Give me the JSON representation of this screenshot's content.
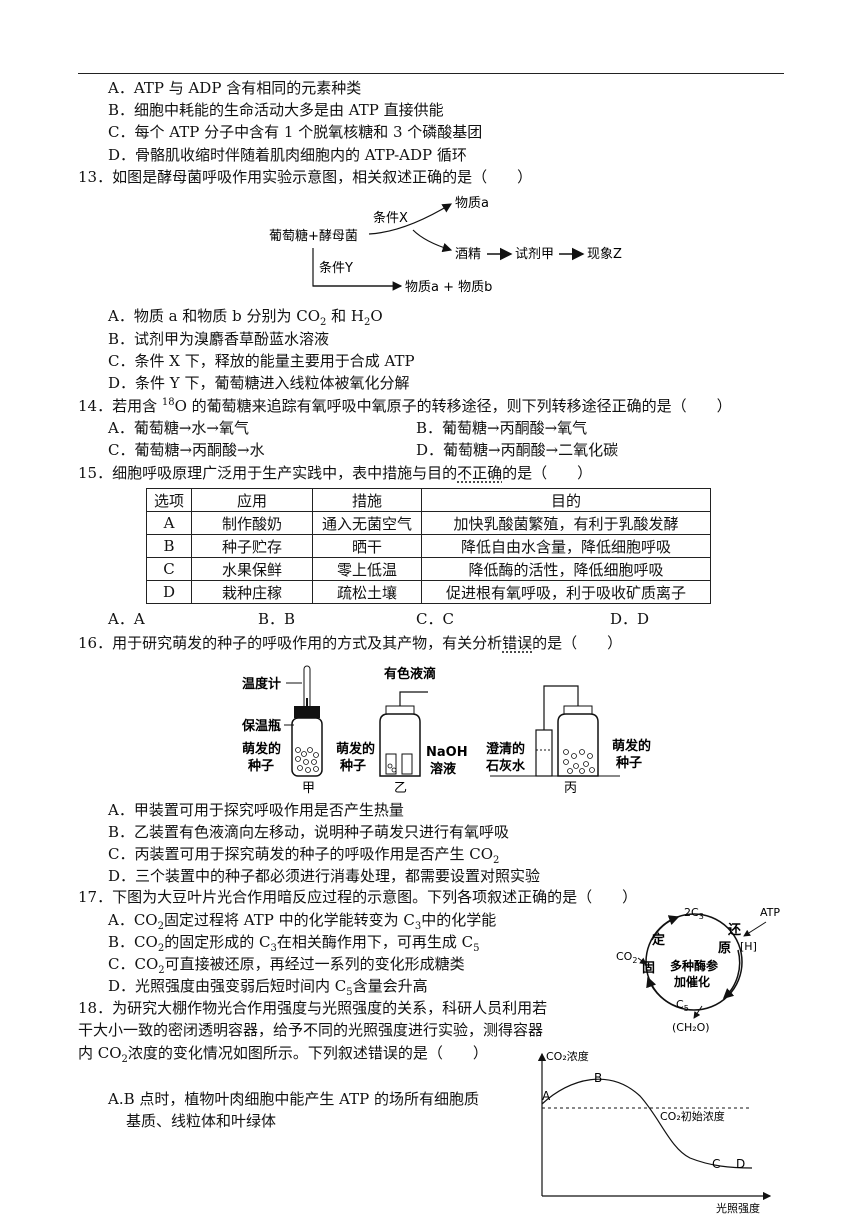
{
  "q12": {
    "A": "A．ATP 与 ADP 含有相同的元素种类",
    "B": "B．细胞中耗能的生命活动大多是由 ATP 直接供能",
    "C": "C．每个 ATP 分子中含有 1 个脱氧核糖和 3 个磷酸基团",
    "D": "D．骨骼肌收缩时伴随着肌肉细胞内的 ATP-ADP 循环"
  },
  "q13": {
    "stem": "13．如图是酵母菌呼吸作用实验示意图，相关叙述正确的是（　　）",
    "diagram": {
      "start": "葡萄糖+酵母菌",
      "condX": "条件X",
      "condY": "条件Y",
      "matA": "物质a",
      "alcohol": "酒精",
      "reagent": "试剂甲",
      "phenomenon": "现象Z",
      "matAB": "物质a + 物质b"
    },
    "A_pre": "A．物质 a 和物质 b 分别为 CO",
    "A_mid": " 和 H",
    "A_post": "O",
    "B": "B．试剂甲为溴麝香草酚蓝水溶液",
    "C": "C．条件 X 下，释放的能量主要用于合成 ATP",
    "D": "D．条件 Y 下，葡萄糖进入线粒体被氧化分解"
  },
  "q14": {
    "stem_pre": "14．若用含 ",
    "sup": "18",
    "stem_post": "O 的葡萄糖来追踪有氧呼吸中氧原子的转移途径，则下列转移途径正确的是（　　）",
    "A": "A．葡萄糖→水→氧气",
    "B": "B．葡萄糖→丙酮酸→氧气",
    "C": "C．葡萄糖→丙酮酸→水",
    "D": "D．葡萄糖→丙酮酸→二氧化碳"
  },
  "q15": {
    "stem_pre": "15．细胞呼吸原理广泛用于生产实践中，表中措施与目的",
    "stem_em": "不正确",
    "stem_post": "的是（　　）",
    "headers": [
      "选项",
      "应用",
      "措施",
      "目的"
    ],
    "rows": [
      [
        "A",
        "制作酸奶",
        "通入无菌空气",
        "加快乳酸菌繁殖，有利于乳酸发酵"
      ],
      [
        "B",
        "种子贮存",
        "晒干",
        "降低自由水含量，降低细胞呼吸"
      ],
      [
        "C",
        "水果保鲜",
        "零上低温",
        "降低酶的活性，降低细胞呼吸"
      ],
      [
        "D",
        "栽种庄稼",
        "疏松土壤",
        "促进根有氧呼吸，利于吸收矿质离子"
      ]
    ],
    "A": "A．A",
    "B": "B．B",
    "C": "C．C",
    "D": "D．D"
  },
  "q16": {
    "stem_pre": "16．用于研究萌发的种子的呼吸作用的方式及其产物，有关分析",
    "stem_em": "错误",
    "stem_post": "的是（　　）",
    "fig": {
      "thermometer": "温度计",
      "flask": "保温瓶",
      "seeds1a": "萌发的",
      "seeds1b": "种子",
      "jia": "甲",
      "drop": "有色液滴",
      "seeds2a": "萌发的",
      "seeds2b": "种子",
      "naoh1": "NaOH",
      "naoh2": "溶液",
      "yi": "乙",
      "lime1": "澄清的",
      "lime2": "石灰水",
      "bing": "丙",
      "seeds3a": "萌发的",
      "seeds3b": "种子"
    },
    "A": "A．甲装置可用于探究呼吸作用是否产生热量",
    "B": "B．乙装置有色液滴向左移动，说明种子萌发只进行有氧呼吸",
    "C_pre": "C．丙装置可用于探究萌发的种子的呼吸作用是否产生 CO",
    "D": "D．三个装置中的种子都必须进行消毒处理，都需要设置对照实验"
  },
  "q17": {
    "stem": "17．下图为大豆叶片光合作用暗反应过程的示意图。下列各项叙述正确的是（　　）",
    "A_pre": "A．CO",
    "A_mid": "固定过程将 ATP 中的化学能转变为 C",
    "A_post": "中的化学能",
    "B_pre": "B．CO",
    "B_mid": "的固定形成的 C",
    "B_mid2": "在相关酶作用下，可再生成 C",
    "C_pre": "C．CO",
    "C_post": "可直接被还原，再经过一系列的变化形成糖类",
    "D_pre": "D．光照强度由强变弱后短时间内 C",
    "D_post": "含量会升高",
    "cycle": {
      "c3": "2C",
      "atp": "ATP",
      "huan": "还",
      "yuan": "原",
      "h": "[H]",
      "ding": "定",
      "gu": "固",
      "co2": "CO",
      "enzyme1": "多种酶参",
      "enzyme2": "加催化",
      "c5": "C",
      "ch2o": "(CH₂O)"
    }
  },
  "q18": {
    "line1": "18．为研究大棚作物光合作用强度与光照强度的关系，科研人员利用若",
    "line2": "干大小一致的密闭透明容器，给予不同的光照强度进行实验，测得容器",
    "line3_pre": "内 CO",
    "line3_post": "浓度的变化情况如图所示。下列叙述错误的是（　　）",
    "A1": "A.B 点时，植物叶肉细胞中能产生 ATP 的场所有细胞质",
    "A2": "基质、线粒体和叶绿体",
    "chart": {
      "ylabel": "CO₂浓度",
      "xlabel": "光照强度",
      "ref": "CO₂初始浓度",
      "A": "A",
      "B": "B",
      "C": "C",
      "D": "D"
    }
  },
  "sub2": "2",
  "sub3": "3",
  "sub5": "5"
}
